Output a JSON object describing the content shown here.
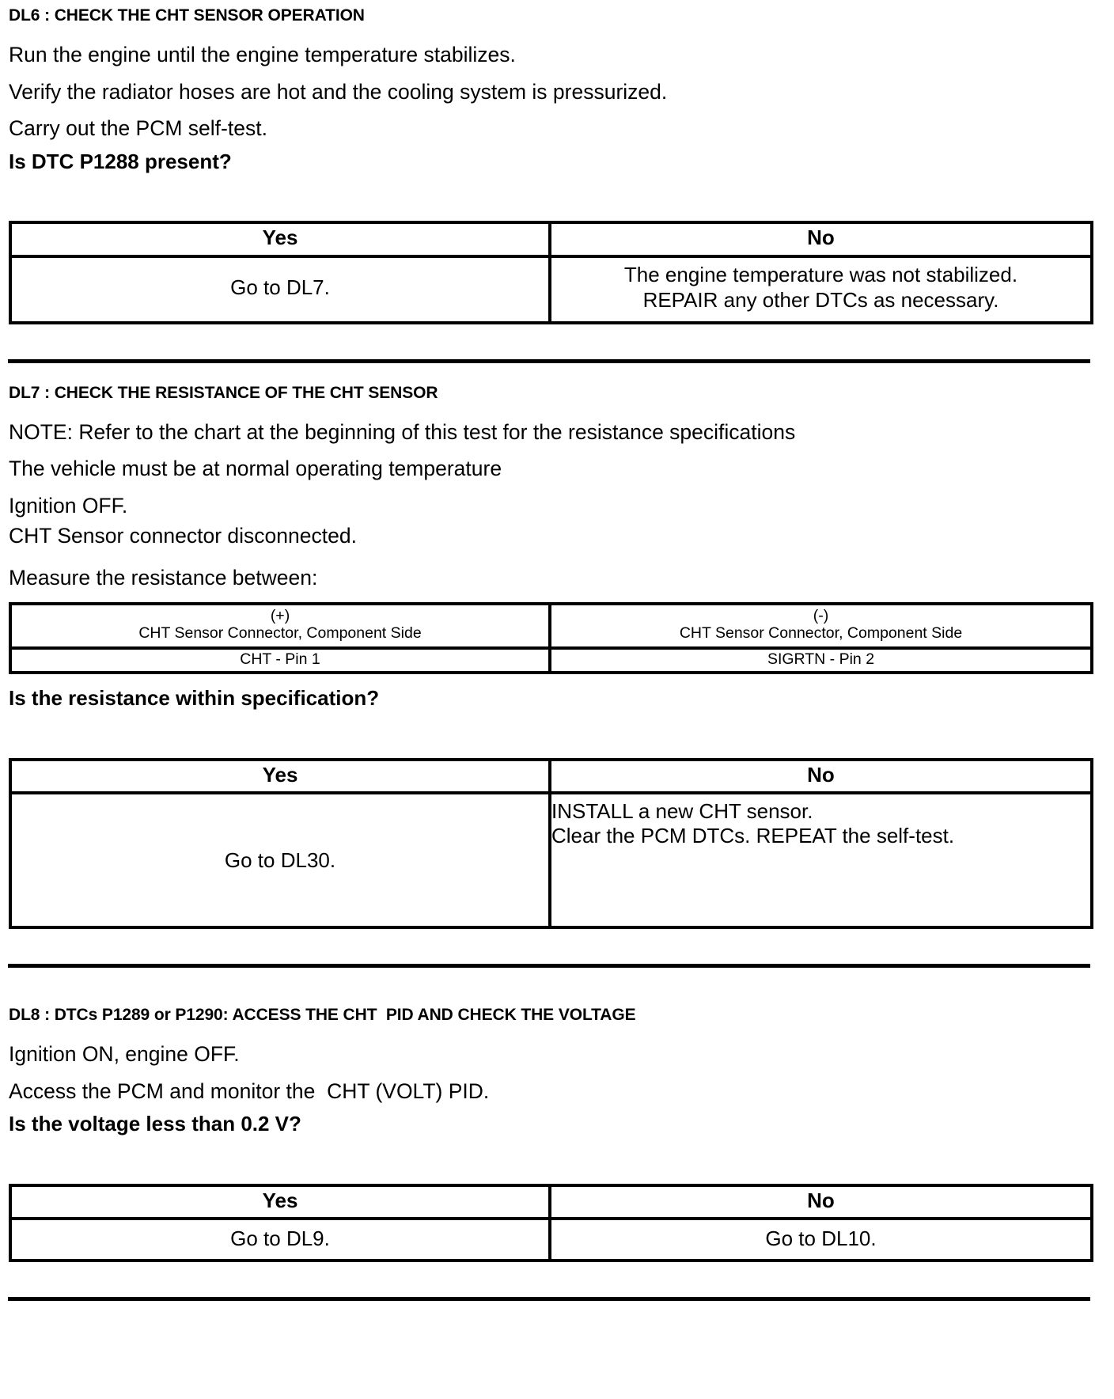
{
  "document": {
    "type": "automotive-diagnostic-pinpoint-test",
    "sections": [
      {
        "id": "DL6",
        "heading": "DL6 : CHECK THE CHT SENSOR OPERATION",
        "lines": [
          "Run the engine until the engine temperature stabilizes.",
          "Verify the radiator hoses are hot and the cooling system is pressurized.",
          "Carry out the PCM self-test."
        ],
        "question": "Is DTC P1288 present?",
        "decision_table": {
          "headers": [
            "Yes",
            "No"
          ],
          "yes_cell": "Go to DL7.",
          "no_cell_lines": [
            "The engine temperature was not stabilized.",
            "REPAIR any other DTCs as necessary."
          ]
        }
      },
      {
        "id": "DL7",
        "heading": "DL7 : CHECK THE RESISTANCE OF THE CHT SENSOR",
        "lines": [
          "NOTE: Refer to the chart at the beginning of this test for the resistance specifications",
          "The vehicle must be at normal operating temperature",
          "Ignition OFF.",
          "CHT Sensor connector disconnected."
        ],
        "measure_label": "Measure the resistance between:",
        "pin_table": {
          "positive": {
            "polarity": "(+)",
            "connector": "CHT Sensor Connector, Component Side",
            "pin": "CHT - Pin 1"
          },
          "negative": {
            "polarity": "(-)",
            "connector": "CHT Sensor Connector, Component Side",
            "pin": "SIGRTN - Pin 2"
          }
        },
        "question": "Is the resistance within specification?",
        "decision_table": {
          "headers": [
            "Yes",
            "No"
          ],
          "yes_cell": "Go to DL30.",
          "no_cell_lines": [
            "INSTALL a new CHT sensor.",
            "Clear the PCM DTCs. REPEAT the self-test."
          ]
        }
      },
      {
        "id": "DL8",
        "heading": "DL8 : DTCs P1289 or P1290: ACCESS THE CHT  PID AND CHECK THE VOLTAGE",
        "lines": [
          "Ignition ON, engine OFF.",
          "Access the PCM and monitor the  CHT (VOLT) PID."
        ],
        "question": "Is the voltage less than 0.2 V?",
        "decision_table": {
          "headers": [
            "Yes",
            "No"
          ],
          "yes_cell": "Go to DL9.",
          "no_cell": "Go to DL10."
        }
      }
    ]
  },
  "colors": {
    "text": "#000000",
    "background": "#ffffff",
    "rule": "#000000"
  }
}
